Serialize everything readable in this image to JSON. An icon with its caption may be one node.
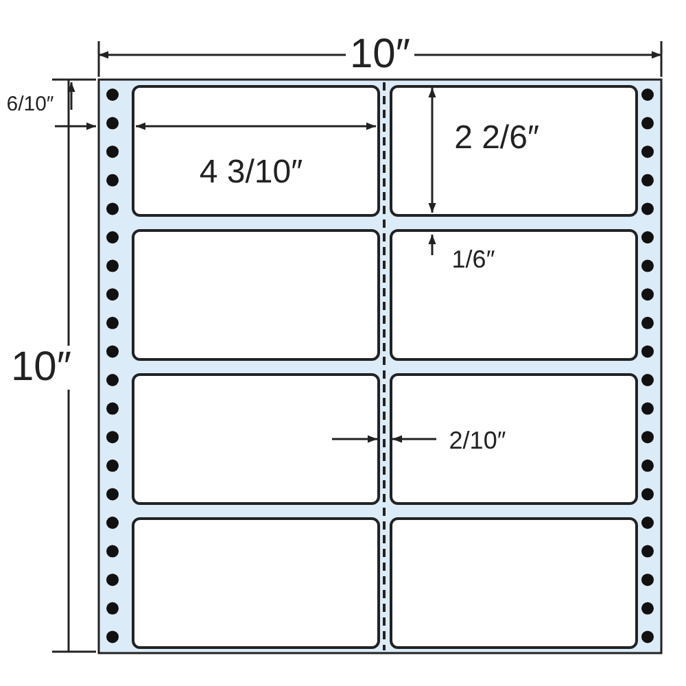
{
  "diagram": {
    "labels": [
      "10″",
      "6/10″",
      "4 3/10″",
      "2 2/6″",
      "1/6″",
      "10″",
      "2/10″"
    ]
  }
}
